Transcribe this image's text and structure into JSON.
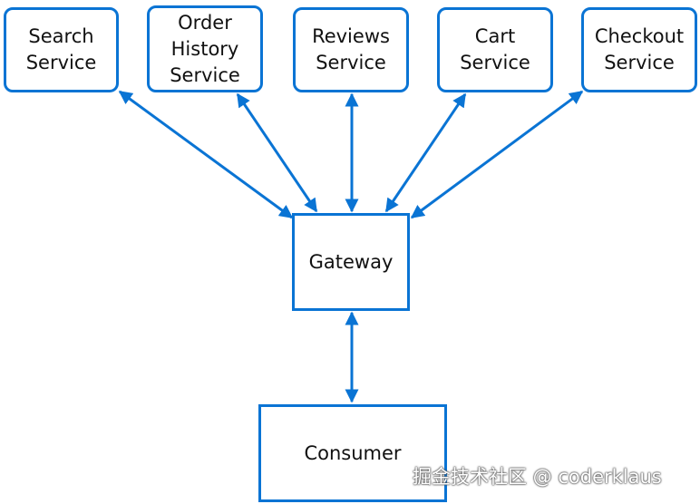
{
  "colors": {
    "accent": "#0a74d4",
    "text": "#111111"
  },
  "services": {
    "search": "Search\nService",
    "order_history": "Order\nHistory\nService",
    "reviews": "Reviews\nService",
    "cart": "Cart\nService",
    "checkout": "Checkout\nService"
  },
  "gateway": "Gateway",
  "consumer": "Consumer",
  "watermark": "掘金技术社区 @ coderklaus"
}
